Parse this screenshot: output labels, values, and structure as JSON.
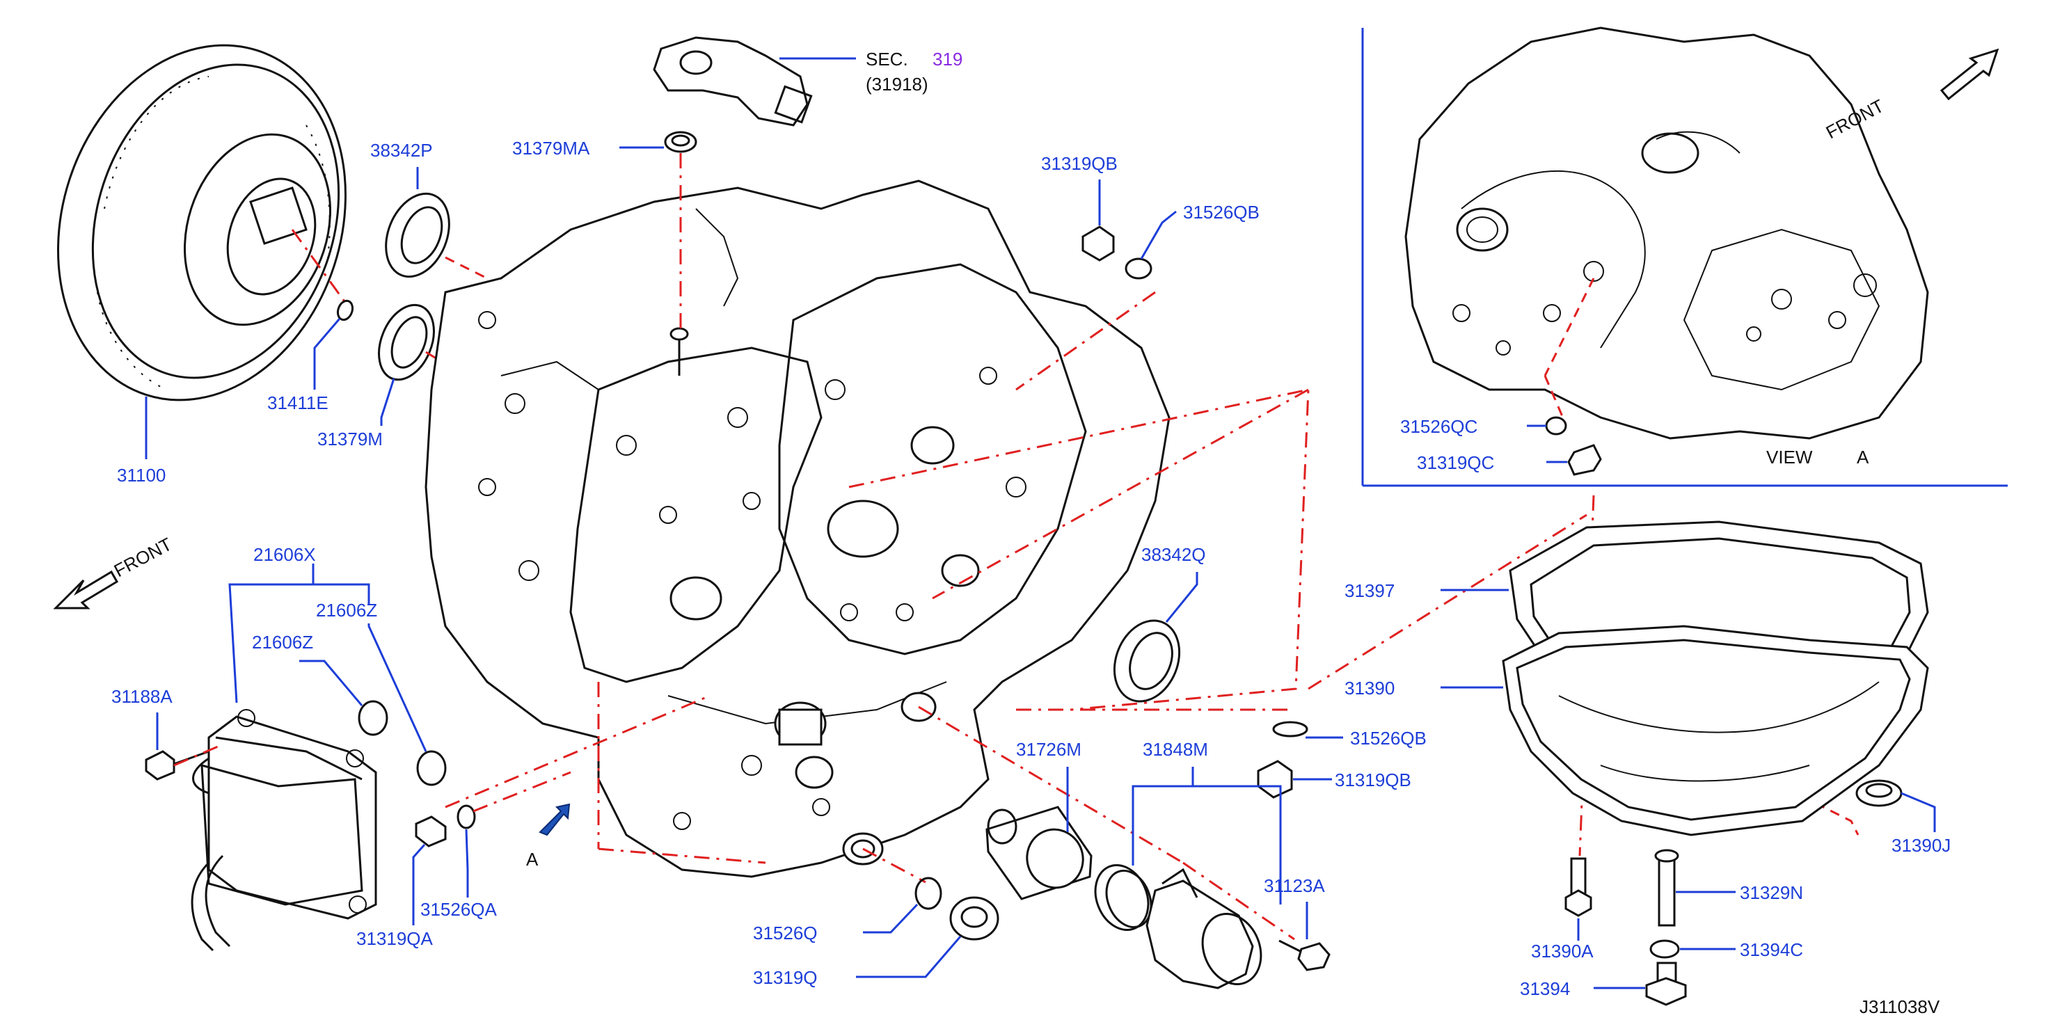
{
  "diagram": {
    "id": "J311038V",
    "inset": {
      "view_label": "VIEW",
      "view_letter": "A",
      "front_label": "FRONT"
    },
    "front_label_main": "FRONT",
    "view_arrow_letter": "A",
    "sec_ref": {
      "prefix": "SEC.",
      "number": "319",
      "sub": "(31918)"
    },
    "labels": {
      "p31100": "31100",
      "p38342P": "38342P",
      "p31411E": "31411E",
      "p31379M": "31379M",
      "p31379MA": "31379MA",
      "p31319QB_top": "31319QB",
      "p31526QB_top": "31526QB",
      "p31526QC": "31526QC",
      "p31319QC": "31319QC",
      "p21606X": "21606X",
      "p21606Z_a": "21606Z",
      "p21606Z_b": "21606Z",
      "p31188A": "31188A",
      "p31526QA": "31526QA",
      "p31319QA": "31319QA",
      "p38342Q": "38342Q",
      "p31397": "31397",
      "p31390": "31390",
      "p31526QB_mid": "31526QB",
      "p31319QB_mid": "31319QB",
      "p31726M": "31726M",
      "p31848M": "31848M",
      "p31123A": "31123A",
      "p31526Q": "31526Q",
      "p31319Q": "31319Q",
      "p31390J": "31390J",
      "p31329N": "31329N",
      "p31390A": "31390A",
      "p31394C": "31394C",
      "p31394": "31394"
    }
  }
}
